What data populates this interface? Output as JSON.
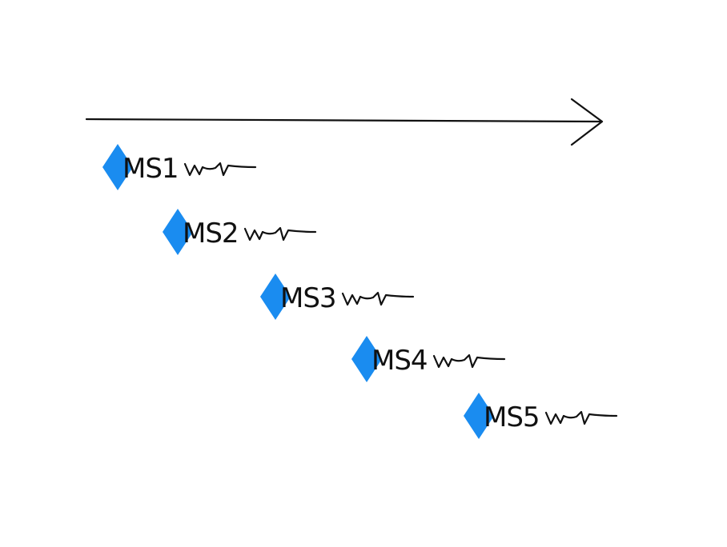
{
  "colors": {
    "milestone_marker": "#1a8cf0",
    "ink": "#111111",
    "background": "#ffffff"
  },
  "timeline": {
    "icon": "arrow-right-icon"
  },
  "milestones": [
    {
      "label": "MS1",
      "marker": "diamond-icon"
    },
    {
      "label": "MS2",
      "marker": "diamond-icon"
    },
    {
      "label": "MS3",
      "marker": "diamond-icon"
    },
    {
      "label": "MS4",
      "marker": "diamond-icon"
    },
    {
      "label": "MS5",
      "marker": "diamond-icon"
    }
  ]
}
